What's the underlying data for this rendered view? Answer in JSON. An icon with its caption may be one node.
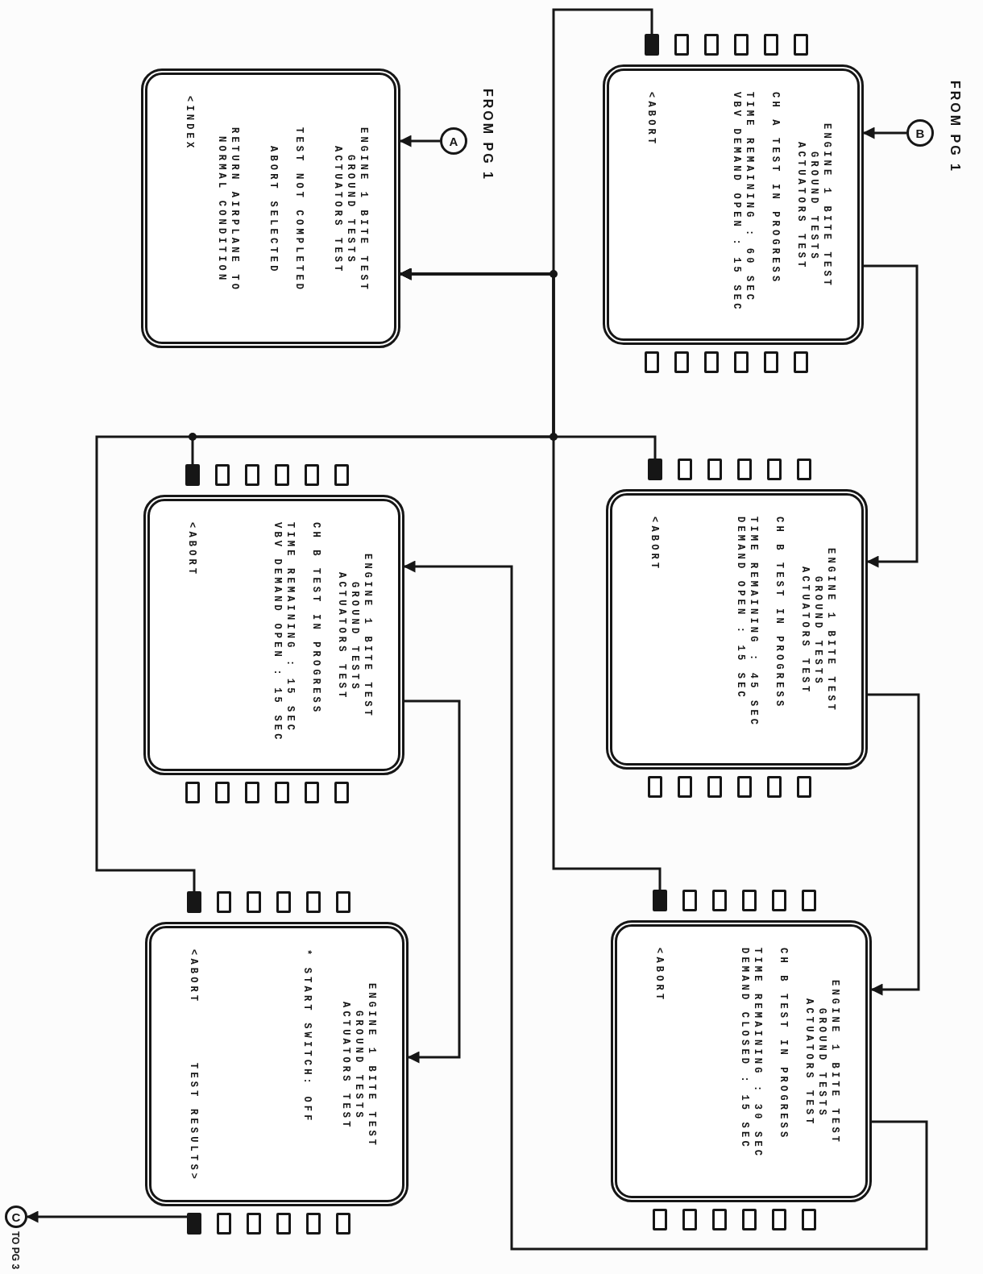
{
  "diagram": {
    "nodes": [
      {
        "text": [
          "ENGINE 1 BITE TEST",
          "GROUND TESTS",
          "ACTUATORS TEST",
          "TEST NOT COMPLETED",
          "ABORT SELECTED",
          "RETURN AIRPLANE TO NORMAL CONDITION",
          "<INDEX"
        ]
      },
      {
        "text": [
          "A"
        ],
        "beside": [
          "FROM PG 1"
        ]
      },
      {
        "text": [
          "B"
        ],
        "beside": [
          "FROM PG 1"
        ]
      },
      {
        "text": [
          "ENGINE 1 BITE TEST",
          "GROUND TESTS",
          "ACTUATORS TEST",
          "CH A TEST IN PROGRESS",
          "TIME REMAINING : 60 SEC",
          "VBV DEMAND OPEN : 15 SEC",
          "<ABORT"
        ]
      },
      {
        "text": [
          "ENGINE 1 BITE TEST",
          "GROUND TESTS",
          "ACTUATORS TEST",
          "CH B TEST IN PROGRESS",
          "TIME REMAINING : 45 SEC",
          "DEMAND OPEN : 15 SEC",
          "<ABORT"
        ]
      },
      {
        "text": [
          "ENGINE 1 BITE TEST",
          "GROUND TESTS",
          "ACTUATORS TEST",
          "CH B TEST IN PROGRESS",
          "TIME REMAINING : 30 SEC",
          "DEMAND CLOSED : 15 SEC",
          "<ABORT"
        ]
      },
      {
        "text": [
          "ENGINE 1 BITE TEST",
          "GROUND TESTS",
          "ACTUATORS TEST",
          "CH B TEST IN PROGRESS",
          "TIME REMAINING : 15 SEC",
          "VBV DEMAND OPEN : 15 SEC",
          "<ABORT"
        ]
      },
      {
        "text": [
          "ENGINE 1 BITE TEST",
          "GROUND TESTS",
          "ACTUATORS TEST",
          "* START SWITCH: OFF",
          "<ABORT",
          "TEST RESULTS>"
        ]
      },
      {
        "text": [
          "C"
        ],
        "beside": [
          "TO PG 3"
        ]
      },
      {
        "text": [],
        "shape": "box"
      },
      {
        "text": [],
        "shape": "box"
      },
      {
        "text": [],
        "shape": "box"
      },
      {
        "text": [],
        "shape": "box"
      },
      {
        "text": [],
        "shape": "box"
      },
      {
        "text": [],
        "shape": "box"
      }
    ],
    "edges": [
      {
        "from": 1,
        "to": 0,
        "arrow": "to"
      },
      {
        "from": 2,
        "to": 3,
        "arrow": "to"
      },
      {
        "from": 3,
        "to": 4,
        "arrow": "to"
      },
      {
        "from": 4,
        "to": 5,
        "arrow": "to"
      },
      {
        "from": 5,
        "to": 6,
        "arrow": "to"
      },
      {
        "from": 6,
        "to": 7,
        "arrow": "to"
      },
      {
        "from": 9,
        "to": 0,
        "arrow": "to"
      },
      {
        "from": 10,
        "to": 0,
        "arrow": "to"
      },
      {
        "from": 11,
        "to": 0,
        "arrow": "to"
      },
      {
        "from": 12,
        "to": 0,
        "arrow": "to"
      },
      {
        "from": 13,
        "to": 0,
        "arrow": "to"
      },
      {
        "from": 14,
        "to": 8,
        "arrow": "to"
      }
    ]
  }
}
